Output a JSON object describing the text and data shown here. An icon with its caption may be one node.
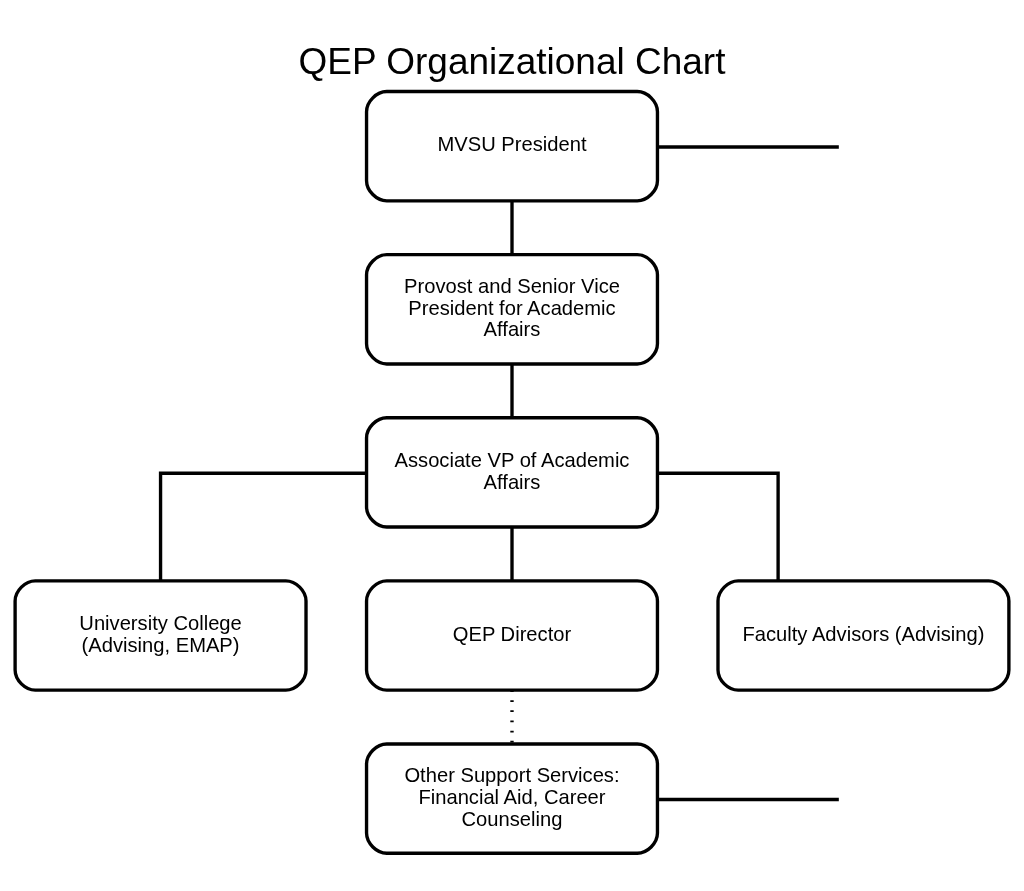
{
  "diagram": {
    "title": "QEP Organizational Chart",
    "nodes": [
      {
        "text": [
          "MVSU President"
        ]
      },
      {
        "text": [
          "Provost and Senior Vice President for Academic Affairs"
        ]
      },
      {
        "text": [
          "Associate VP of Academic Affairs"
        ]
      },
      {
        "text": [
          "University College (Advising, EMAP)"
        ]
      },
      {
        "text": [
          "QEP Director"
        ]
      },
      {
        "text": [
          "Faculty Advisors (Advising)"
        ]
      },
      {
        "text": [
          "Other Support Services: Financial Aid, Career Counseling"
        ]
      }
    ],
    "edges": [
      {
        "from": 0,
        "to": 1,
        "arrow": "none"
      },
      {
        "from": 0,
        "to": null,
        "arrow": "none"
      },
      {
        "from": 1,
        "to": 2,
        "arrow": "none"
      },
      {
        "from": 2,
        "to": 3,
        "arrow": "none"
      },
      {
        "from": 2,
        "to": 4,
        "arrow": "none"
      },
      {
        "from": 2,
        "to": 5,
        "arrow": "none"
      },
      {
        "from": 4,
        "to": 6,
        "arrow": "none",
        "style": "dashed"
      },
      {
        "from": 6,
        "to": null,
        "arrow": "none"
      }
    ]
  }
}
